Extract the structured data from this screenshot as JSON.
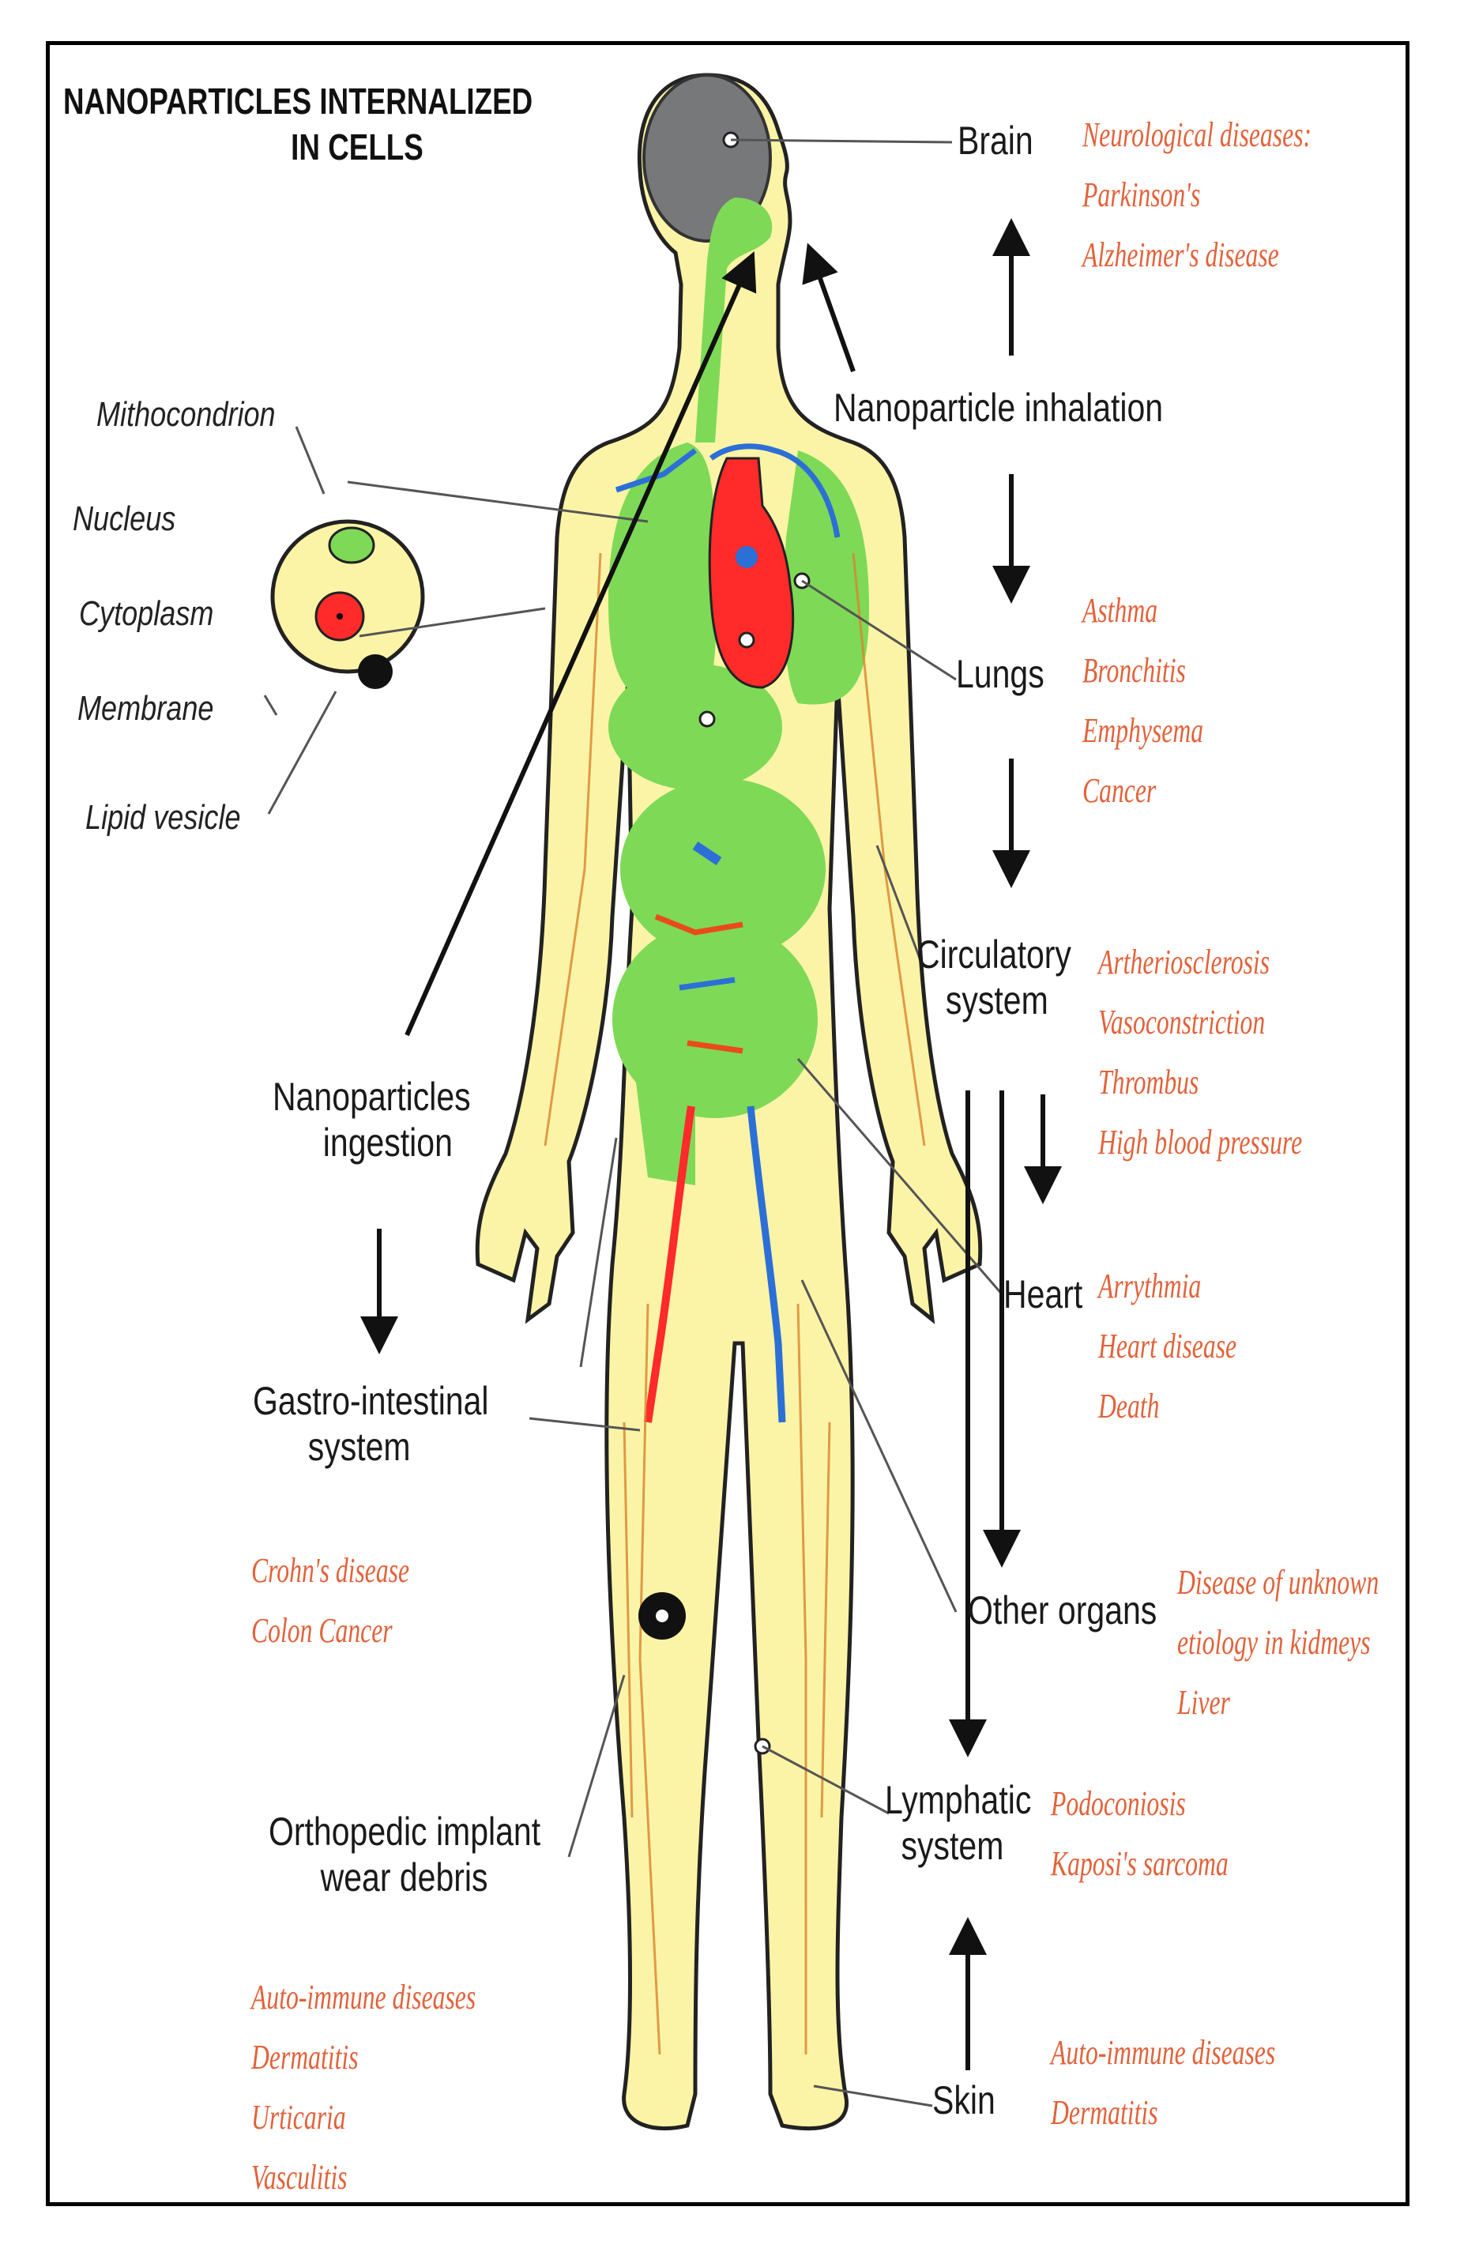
{
  "title": [
    "NANOPARTICLES INTERNALIZED",
    "IN CELLS"
  ],
  "cell_parts": [
    "Mithocondrion",
    "Nucleus",
    "Cytoplasm",
    "Membrane",
    "Lipid vesicle"
  ],
  "routes": {
    "inhalation": "Nanoparticle inhalation",
    "ingestion": [
      "Nanoparticles",
      "ingestion"
    ],
    "implant": [
      "Orthopedic implant",
      "wear debris"
    ]
  },
  "organs": {
    "brain": {
      "label": "Brain",
      "diseases": [
        "Neurological diseases:",
        "Parkinson's",
        "Alzheimer's disease"
      ]
    },
    "lungs": {
      "label": "Lungs",
      "diseases": [
        "Asthma",
        "Bronchitis",
        "Emphysema",
        "Cancer"
      ]
    },
    "circulatory": {
      "label": [
        "Circulatory",
        "system"
      ],
      "diseases": [
        "Artheriosclerosis",
        "Vasoconstriction",
        "Thrombus",
        "High blood pressure"
      ]
    },
    "heart": {
      "label": "Heart",
      "diseases": [
        "Arrythmia",
        "Heart disease",
        "Death"
      ]
    },
    "other": {
      "label": "Other organs",
      "diseases": [
        "Disease of unknown",
        "etiology in kidmeys",
        "Liver"
      ]
    },
    "lymphatic": {
      "label": [
        "Lymphatic",
        "system"
      ],
      "diseases": [
        "Podoconiosis",
        "Kaposi's sarcoma"
      ]
    },
    "skin": {
      "label": "Skin",
      "diseases": [
        "Auto-immune diseases",
        "Dermatitis"
      ]
    },
    "gastro": {
      "label": [
        "Gastro-intestinal",
        "system"
      ],
      "diseases": [
        "Crohn's disease",
        "Colon Cancer"
      ]
    },
    "implant": {
      "diseases": [
        "Auto-immune diseases",
        "Dermatitis",
        "Urticaria",
        "Vasculitis"
      ]
    }
  },
  "colors": {
    "body": "#fbf4a6",
    "organ": "#7ed957",
    "heart": "#ff2a2a",
    "vessel_blue": "#2c6fd6",
    "vessel_red": "#e94c1a",
    "disease_text": "#e2623a",
    "brain": "#77787a"
  }
}
